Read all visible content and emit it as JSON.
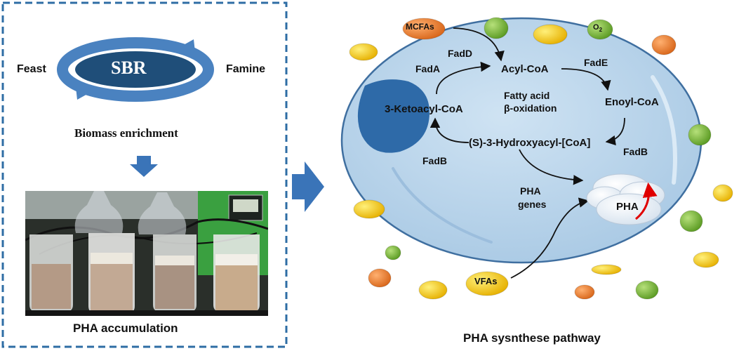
{
  "left_panel": {
    "feast_label": "Feast",
    "famine_label": "Famine",
    "reactor_label": "SBR",
    "biomass_caption": "Biomass enrichment",
    "accumulation_caption": "PHA accumulation"
  },
  "right_panel": {
    "inputs": {
      "mcfa_label": "MCFAs",
      "oxygen_label": "O2",
      "vfa_label": "VFAs"
    },
    "pathway": {
      "title_line1": "Fatty acid",
      "title_line2": "β-oxidation",
      "acyl_coa": "Acyl-CoA",
      "enoyl_coa": "Enoyl-CoA",
      "hydroxyacyl_coa": "(S)-3-Hydroxyacyl-[CoA]",
      "ketoacyl_coa": "3-Ketoacyl-CoA"
    },
    "enzymes": {
      "fadd": "FadD",
      "fada": "FadA",
      "fade": "FadE",
      "fadb_right": "FadB",
      "fadb_left": "FadB"
    },
    "genes_line1": "PHA",
    "genes_line2": "genes",
    "granule_label": "PHA",
    "caption": "PHA sysnthese pathway"
  },
  "colors": {
    "dashed_border": "#2e6da4",
    "cell_fill": "#b8d4ea",
    "cell_stroke": "#3f6fa0",
    "nucleoid": "#2e6aa8",
    "sbr_ring": "#4a82c0",
    "sbr_core": "#1f4e79",
    "flow_arrow": "#3a74b8",
    "green_bead": "#6aab2e",
    "orange_bead": "#ea7a2a",
    "yellow_bead": "#f5c400",
    "red_arrow": "#e00000"
  }
}
